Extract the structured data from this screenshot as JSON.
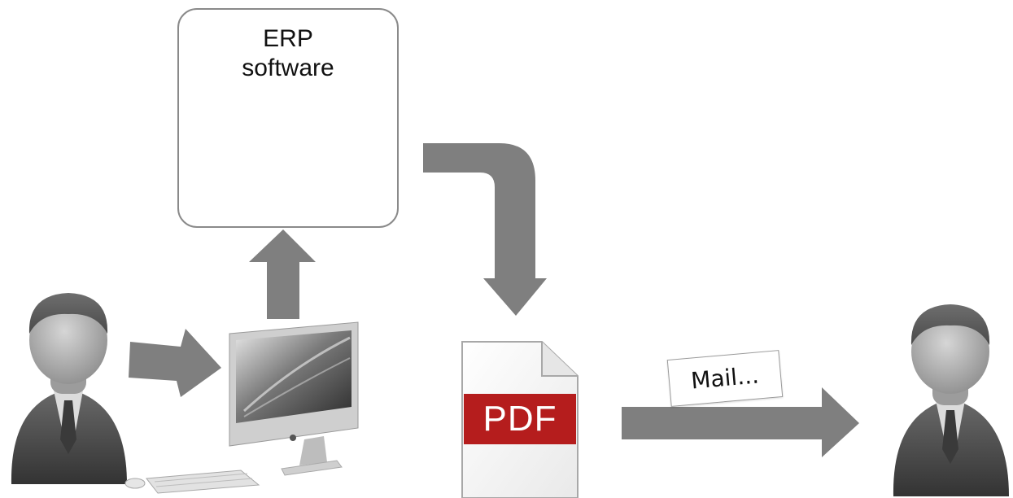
{
  "erp": {
    "title_line1": "ERP",
    "title_line2": "software",
    "icon": "database-icon"
  },
  "pdf": {
    "label": "PDF",
    "icon": "pdf-document-icon"
  },
  "mail_note": {
    "label": "Mail..."
  },
  "actors": {
    "sender_icon": "person-icon",
    "recipient_icon": "person-icon",
    "computer_icon": "desktop-computer-icon"
  },
  "colors": {
    "arrow": "#7f7f7f",
    "box_border": "#8a8a8a",
    "pdf_red": "#b51d1d",
    "person_dark": "#4a4a4a",
    "person_light": "#9a9a9a"
  }
}
